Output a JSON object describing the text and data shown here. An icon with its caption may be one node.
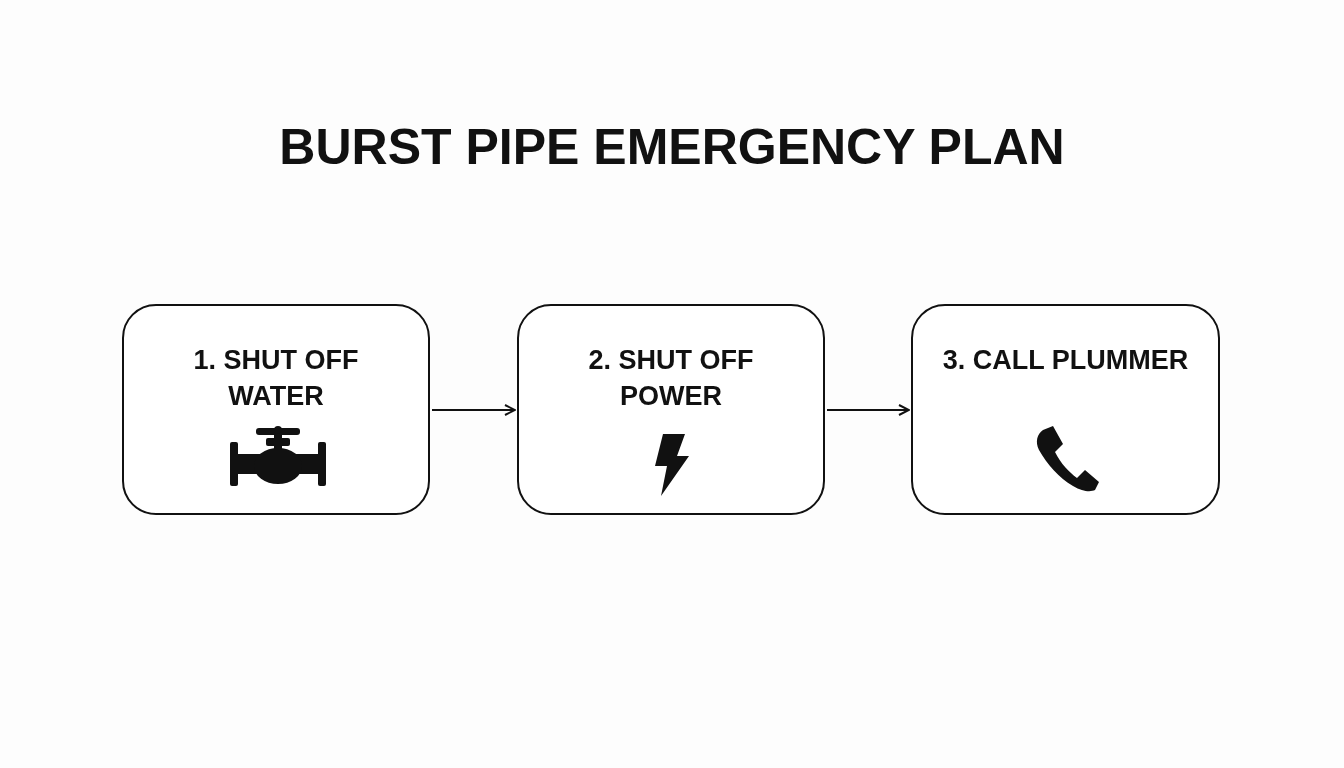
{
  "diagram": {
    "title": "BURST PIPE EMERGENCY PLAN",
    "nodes": [
      {
        "text": [
          "1. SHUT OFF WATER"
        ]
      },
      {
        "text": [
          "2. SHUT OFF POWER"
        ]
      },
      {
        "text": [
          "3. CALL PLUMMER"
        ]
      }
    ],
    "edges": [
      {
        "from": 0,
        "to": 1,
        "arrow": "to"
      },
      {
        "from": 1,
        "to": 2,
        "arrow": "to"
      }
    ]
  }
}
